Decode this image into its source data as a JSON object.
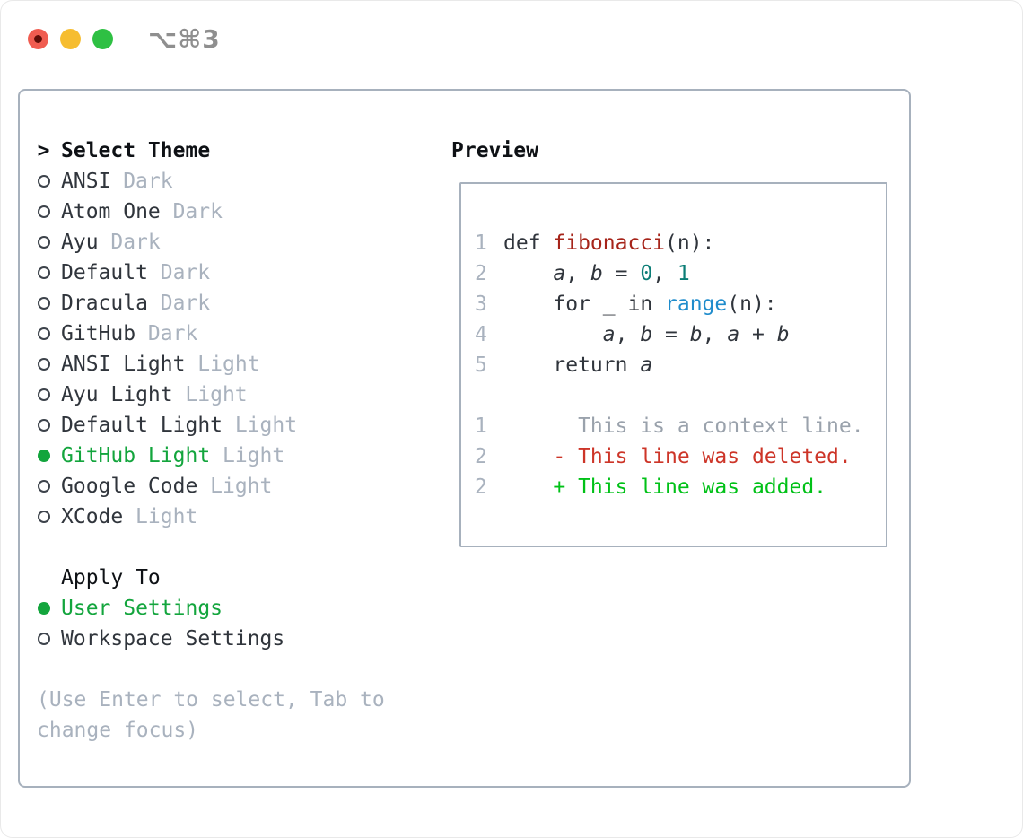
{
  "window": {
    "title": "⌥⌘3"
  },
  "palette": {
    "accent_green": "#13a53d",
    "diff_add_green": "#00c117",
    "diff_del_red": "#cd3528",
    "func_red": "#a6241a",
    "number_teal": "#0b7d76",
    "builtin_blue": "#1f8ccc",
    "text_dark": "#30353c",
    "text_black": "#0e1115",
    "muted_gray": "#a9b2be",
    "context_gray": "#9aa2ac",
    "panel_border": "#a7b1bd",
    "title_gray": "#8f8f8f",
    "traffic_red": "#f05c50",
    "traffic_red_dot": "#5f0d07",
    "traffic_yellow": "#f6bd30",
    "traffic_green": "#2ec043"
  },
  "theme_list": {
    "cursor": ">",
    "title": "Select Theme",
    "items": [
      {
        "name": "ANSI",
        "variant": "Dark",
        "selected": false
      },
      {
        "name": "Atom One",
        "variant": "Dark",
        "selected": false
      },
      {
        "name": "Ayu",
        "variant": "Dark",
        "selected": false
      },
      {
        "name": "Default",
        "variant": "Dark",
        "selected": false
      },
      {
        "name": "Dracula",
        "variant": "Dark",
        "selected": false
      },
      {
        "name": "GitHub",
        "variant": "Dark",
        "selected": false
      },
      {
        "name": "ANSI Light",
        "variant": "Light",
        "selected": false
      },
      {
        "name": "Ayu Light",
        "variant": "Light",
        "selected": false
      },
      {
        "name": "Default Light",
        "variant": "Light",
        "selected": false
      },
      {
        "name": "GitHub Light",
        "variant": "Light",
        "selected": true
      },
      {
        "name": "Google Code",
        "variant": "Light",
        "selected": false
      },
      {
        "name": "XCode",
        "variant": "Light",
        "selected": false
      }
    ]
  },
  "apply_to": {
    "title": "Apply To",
    "items": [
      {
        "label": "User Settings",
        "selected": true
      },
      {
        "label": "Workspace Settings",
        "selected": false
      }
    ]
  },
  "hint": {
    "text": "(Use Enter to select, Tab to change focus)"
  },
  "preview": {
    "title": "Preview",
    "lines": [
      {
        "num": "1",
        "tokens": [
          {
            "t": "def ",
            "c": "plain"
          },
          {
            "t": "fibonacci",
            "c": "func"
          },
          {
            "t": "(n):",
            "c": "plain"
          }
        ]
      },
      {
        "num": "2",
        "tokens": [
          {
            "t": "    ",
            "c": "plain"
          },
          {
            "t": "a",
            "c": "var"
          },
          {
            "t": ", ",
            "c": "plain"
          },
          {
            "t": "b",
            "c": "var"
          },
          {
            "t": " = ",
            "c": "plain"
          },
          {
            "t": "0",
            "c": "num"
          },
          {
            "t": ", ",
            "c": "plain"
          },
          {
            "t": "1",
            "c": "num"
          }
        ]
      },
      {
        "num": "3",
        "tokens": [
          {
            "t": "    for _ in ",
            "c": "plain"
          },
          {
            "t": "range",
            "c": "builtin"
          },
          {
            "t": "(n):",
            "c": "plain"
          }
        ]
      },
      {
        "num": "4",
        "tokens": [
          {
            "t": "        ",
            "c": "plain"
          },
          {
            "t": "a",
            "c": "var"
          },
          {
            "t": ", ",
            "c": "plain"
          },
          {
            "t": "b",
            "c": "var"
          },
          {
            "t": " = ",
            "c": "plain"
          },
          {
            "t": "b",
            "c": "var"
          },
          {
            "t": ", ",
            "c": "plain"
          },
          {
            "t": "a",
            "c": "var"
          },
          {
            "t": " + ",
            "c": "plain"
          },
          {
            "t": "b",
            "c": "var"
          }
        ]
      },
      {
        "num": "5",
        "tokens": [
          {
            "t": "    return ",
            "c": "plain"
          },
          {
            "t": "a",
            "c": "var"
          }
        ]
      },
      {
        "num": "",
        "tokens": []
      },
      {
        "num": "1",
        "tokens": [
          {
            "t": "      This is a context line.",
            "c": "ctx"
          }
        ]
      },
      {
        "num": "2",
        "tokens": [
          {
            "t": "    - This line was deleted.",
            "c": "del"
          }
        ]
      },
      {
        "num": "2",
        "tokens": [
          {
            "t": "    + This line was added.",
            "c": "add"
          }
        ]
      }
    ]
  }
}
